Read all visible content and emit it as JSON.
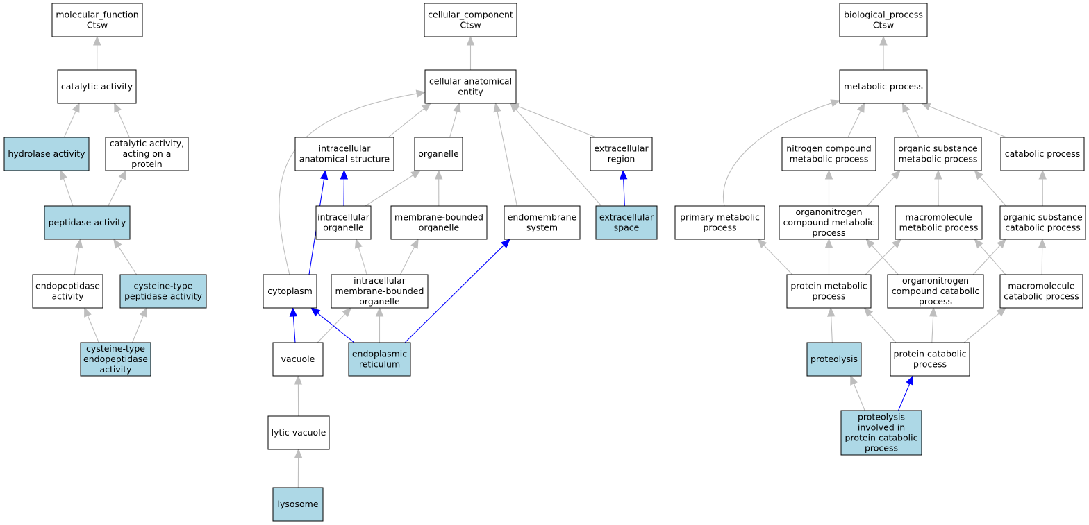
{
  "colors": {
    "highlight_fill": "#add8e6",
    "plain_fill": "#ffffff",
    "gray_edge": "#bebebe",
    "blue_edge": "#0000ff"
  },
  "nodes": [
    {
      "id": "mf",
      "lines": [
        "molecular_function",
        "Ctsw"
      ],
      "highlight": false
    },
    {
      "id": "cat_act",
      "lines": [
        "catalytic activity"
      ],
      "highlight": false
    },
    {
      "id": "hydrolase",
      "lines": [
        "hydrolase activity"
      ],
      "highlight": true
    },
    {
      "id": "cat_prot",
      "lines": [
        "catalytic activity,",
        "acting on a",
        "protein"
      ],
      "highlight": false
    },
    {
      "id": "peptidase",
      "lines": [
        "peptidase activity"
      ],
      "highlight": true
    },
    {
      "id": "endopep",
      "lines": [
        "endopeptidase",
        "activity"
      ],
      "highlight": false
    },
    {
      "id": "cys_pep",
      "lines": [
        "cysteine-type",
        "peptidase activity"
      ],
      "highlight": true
    },
    {
      "id": "cys_endo",
      "lines": [
        "cysteine-type",
        "endopeptidase",
        "activity"
      ],
      "highlight": true
    },
    {
      "id": "cc",
      "lines": [
        "cellular_component",
        "Ctsw"
      ],
      "highlight": false
    },
    {
      "id": "cae",
      "lines": [
        "cellular anatomical",
        "entity"
      ],
      "highlight": false
    },
    {
      "id": "ias",
      "lines": [
        "intracellular",
        "anatomical structure"
      ],
      "highlight": false
    },
    {
      "id": "organelle",
      "lines": [
        "organelle"
      ],
      "highlight": false
    },
    {
      "id": "ecr",
      "lines": [
        "extracellular",
        "region"
      ],
      "highlight": false
    },
    {
      "id": "io",
      "lines": [
        "intracellular",
        "organelle"
      ],
      "highlight": false
    },
    {
      "id": "mbo",
      "lines": [
        "membrane-bounded",
        "organelle"
      ],
      "highlight": false
    },
    {
      "id": "ems",
      "lines": [
        "endomembrane",
        "system"
      ],
      "highlight": false
    },
    {
      "id": "ecs",
      "lines": [
        "extracellular",
        "space"
      ],
      "highlight": true
    },
    {
      "id": "cyto",
      "lines": [
        "cytoplasm"
      ],
      "highlight": false
    },
    {
      "id": "imbo",
      "lines": [
        "intracellular",
        "membrane-bounded",
        "organelle"
      ],
      "highlight": false
    },
    {
      "id": "vacuole",
      "lines": [
        "vacuole"
      ],
      "highlight": false
    },
    {
      "id": "er",
      "lines": [
        "endoplasmic",
        "reticulum"
      ],
      "highlight": true
    },
    {
      "id": "lytic",
      "lines": [
        "lytic vacuole"
      ],
      "highlight": false
    },
    {
      "id": "lyso",
      "lines": [
        "lysosome"
      ],
      "highlight": true
    },
    {
      "id": "bp",
      "lines": [
        "biological_process",
        "Ctsw"
      ],
      "highlight": false
    },
    {
      "id": "met",
      "lines": [
        "metabolic process"
      ],
      "highlight": false
    },
    {
      "id": "ncmp",
      "lines": [
        "nitrogen compound",
        "metabolic process"
      ],
      "highlight": false
    },
    {
      "id": "osmp",
      "lines": [
        "organic substance",
        "metabolic process"
      ],
      "highlight": false
    },
    {
      "id": "catab",
      "lines": [
        "catabolic process"
      ],
      "highlight": false
    },
    {
      "id": "pmp",
      "lines": [
        "primary metabolic",
        "process"
      ],
      "highlight": false
    },
    {
      "id": "oncmp",
      "lines": [
        "organonitrogen",
        "compound metabolic",
        "process"
      ],
      "highlight": false
    },
    {
      "id": "mmp",
      "lines": [
        "macromolecule",
        "metabolic process"
      ],
      "highlight": false
    },
    {
      "id": "oscp",
      "lines": [
        "organic substance",
        "catabolic process"
      ],
      "highlight": false
    },
    {
      "id": "protmp",
      "lines": [
        "protein metabolic",
        "process"
      ],
      "highlight": false
    },
    {
      "id": "onccp",
      "lines": [
        "organonitrogen",
        "compound catabolic",
        "process"
      ],
      "highlight": false
    },
    {
      "id": "mcp",
      "lines": [
        "macromolecule",
        "catabolic process"
      ],
      "highlight": false
    },
    {
      "id": "proteolysis",
      "lines": [
        "proteolysis"
      ],
      "highlight": true
    },
    {
      "id": "pcp",
      "lines": [
        "protein catabolic",
        "process"
      ],
      "highlight": false
    },
    {
      "id": "pipcp",
      "lines": [
        "proteolysis",
        "involved in",
        "protein catabolic",
        "process"
      ],
      "highlight": true
    }
  ],
  "edges": [
    {
      "from": "cat_act",
      "to": "mf",
      "color": "gray"
    },
    {
      "from": "hydrolase",
      "to": "cat_act",
      "color": "gray"
    },
    {
      "from": "cat_prot",
      "to": "cat_act",
      "color": "gray"
    },
    {
      "from": "peptidase",
      "to": "hydrolase",
      "color": "gray"
    },
    {
      "from": "peptidase",
      "to": "cat_prot",
      "color": "gray"
    },
    {
      "from": "endopep",
      "to": "peptidase",
      "color": "gray"
    },
    {
      "from": "cys_pep",
      "to": "peptidase",
      "color": "gray"
    },
    {
      "from": "cys_endo",
      "to": "endopep",
      "color": "gray"
    },
    {
      "from": "cys_endo",
      "to": "cys_pep",
      "color": "gray"
    },
    {
      "from": "cae",
      "to": "cc",
      "color": "gray"
    },
    {
      "from": "ias",
      "to": "cae",
      "color": "gray"
    },
    {
      "from": "organelle",
      "to": "cae",
      "color": "gray"
    },
    {
      "from": "ecr",
      "to": "cae",
      "color": "gray"
    },
    {
      "from": "ems",
      "to": "cae",
      "color": "gray"
    },
    {
      "from": "ecs",
      "to": "cae",
      "color": "gray"
    },
    {
      "from": "cyto",
      "to": "cae",
      "color": "gray"
    },
    {
      "from": "io",
      "to": "ias",
      "color": "blue"
    },
    {
      "from": "io",
      "to": "organelle",
      "color": "gray"
    },
    {
      "from": "mbo",
      "to": "organelle",
      "color": "gray"
    },
    {
      "from": "ecs",
      "to": "ecr",
      "color": "blue"
    },
    {
      "from": "cyto",
      "to": "ias",
      "color": "blue"
    },
    {
      "from": "imbo",
      "to": "io",
      "color": "gray"
    },
    {
      "from": "imbo",
      "to": "mbo",
      "color": "gray"
    },
    {
      "from": "vacuole",
      "to": "cyto",
      "color": "blue"
    },
    {
      "from": "vacuole",
      "to": "imbo",
      "color": "gray"
    },
    {
      "from": "er",
      "to": "cyto",
      "color": "blue"
    },
    {
      "from": "er",
      "to": "imbo",
      "color": "gray"
    },
    {
      "from": "er",
      "to": "ems",
      "color": "blue"
    },
    {
      "from": "lytic",
      "to": "vacuole",
      "color": "gray"
    },
    {
      "from": "lyso",
      "to": "lytic",
      "color": "gray"
    },
    {
      "from": "met",
      "to": "bp",
      "color": "gray"
    },
    {
      "from": "ncmp",
      "to": "met",
      "color": "gray"
    },
    {
      "from": "osmp",
      "to": "met",
      "color": "gray"
    },
    {
      "from": "catab",
      "to": "met",
      "color": "gray"
    },
    {
      "from": "pmp",
      "to": "met",
      "color": "gray"
    },
    {
      "from": "oncmp",
      "to": "ncmp",
      "color": "gray"
    },
    {
      "from": "oncmp",
      "to": "osmp",
      "color": "gray"
    },
    {
      "from": "mmp",
      "to": "osmp",
      "color": "gray"
    },
    {
      "from": "oscp",
      "to": "osmp",
      "color": "gray"
    },
    {
      "from": "oscp",
      "to": "catab",
      "color": "gray"
    },
    {
      "from": "protmp",
      "to": "pmp",
      "color": "gray"
    },
    {
      "from": "protmp",
      "to": "oncmp",
      "color": "gray"
    },
    {
      "from": "protmp",
      "to": "mmp",
      "color": "gray"
    },
    {
      "from": "onccp",
      "to": "oncmp",
      "color": "gray"
    },
    {
      "from": "onccp",
      "to": "oscp",
      "color": "gray"
    },
    {
      "from": "mcp",
      "to": "mmp",
      "color": "gray"
    },
    {
      "from": "mcp",
      "to": "oscp",
      "color": "gray"
    },
    {
      "from": "proteolysis",
      "to": "protmp",
      "color": "gray"
    },
    {
      "from": "pcp",
      "to": "protmp",
      "color": "gray"
    },
    {
      "from": "pcp",
      "to": "onccp",
      "color": "gray"
    },
    {
      "from": "pcp",
      "to": "mcp",
      "color": "gray"
    },
    {
      "from": "pipcp",
      "to": "proteolysis",
      "color": "gray"
    },
    {
      "from": "pipcp",
      "to": "pcp",
      "color": "blue"
    }
  ]
}
